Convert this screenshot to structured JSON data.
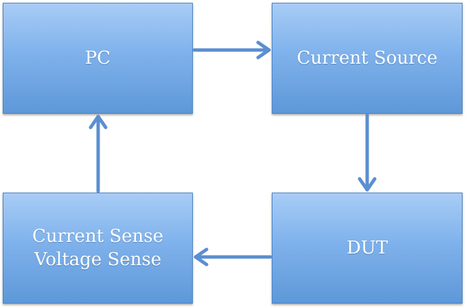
{
  "diagram": {
    "nodes": {
      "pc": {
        "label": "PC"
      },
      "source": {
        "label": "Current Source"
      },
      "sense": {
        "label_line1": "Current Sense",
        "label_line2": "Voltage Sense"
      },
      "dut": {
        "label": "DUT"
      }
    },
    "edges": [
      {
        "from": "PC",
        "to": "Current Source"
      },
      {
        "from": "Current Source",
        "to": "DUT"
      },
      {
        "from": "DUT",
        "to": "Current Sense / Voltage Sense"
      },
      {
        "from": "Current Sense / Voltage Sense",
        "to": "PC"
      }
    ],
    "colors": {
      "box_top": "#a8ccf6",
      "box_bottom": "#5e98d8",
      "border": "#4a82c4",
      "arrow": "#5b8fd0",
      "text": "#ffffff"
    }
  }
}
